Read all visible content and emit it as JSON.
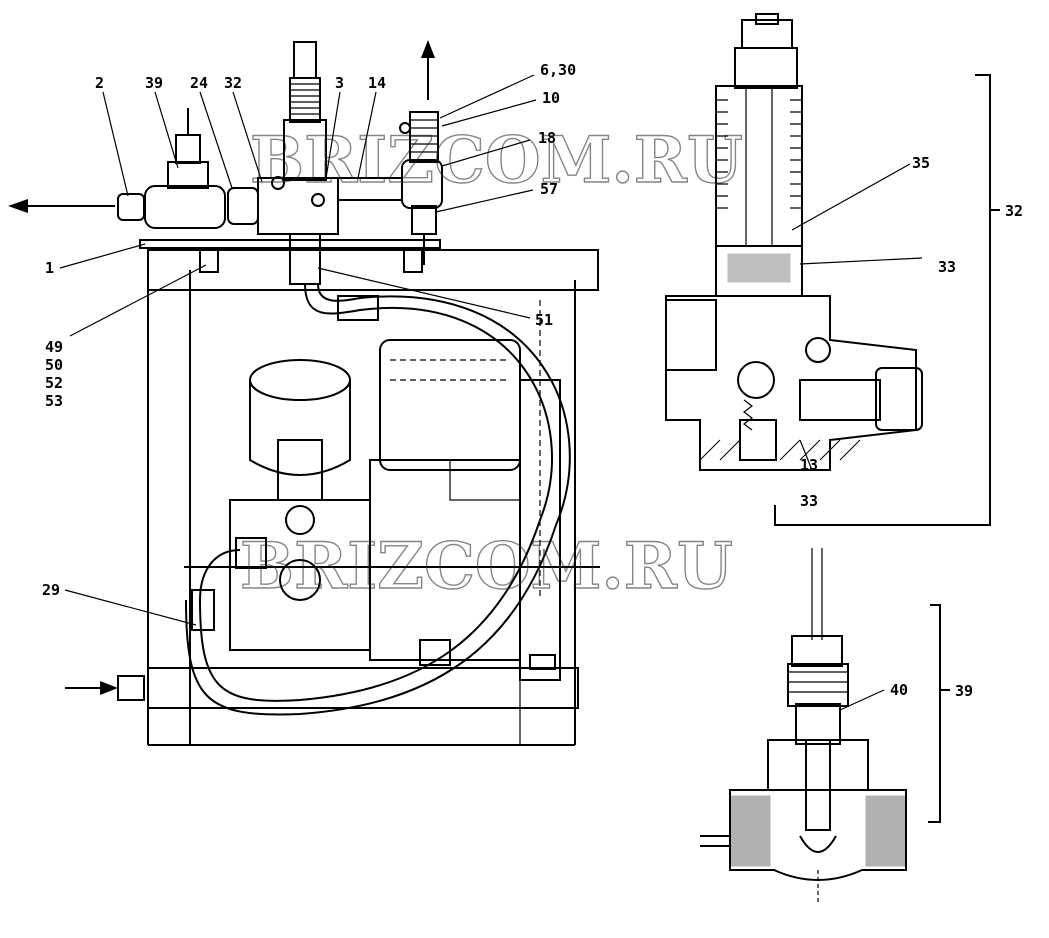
{
  "labels": {
    "l2": "2",
    "l39a": "39",
    "l24": "24",
    "l32a": "32",
    "l3": "3",
    "l14": "14",
    "l630": "6,30",
    "l10": "10",
    "l18": "18",
    "l57": "57",
    "l1": "1",
    "l51": "51",
    "l49": "49",
    "l50": "50",
    "l52": "52",
    "l53": "53",
    "l29": "29",
    "l35": "35",
    "l33a": "33",
    "l32b": "32",
    "l13": "13",
    "l33b": "33",
    "l40": "40",
    "l39b": "39"
  },
  "watermarks": [
    "BRIZCOM.RU",
    "BRIZCOM.RU"
  ]
}
